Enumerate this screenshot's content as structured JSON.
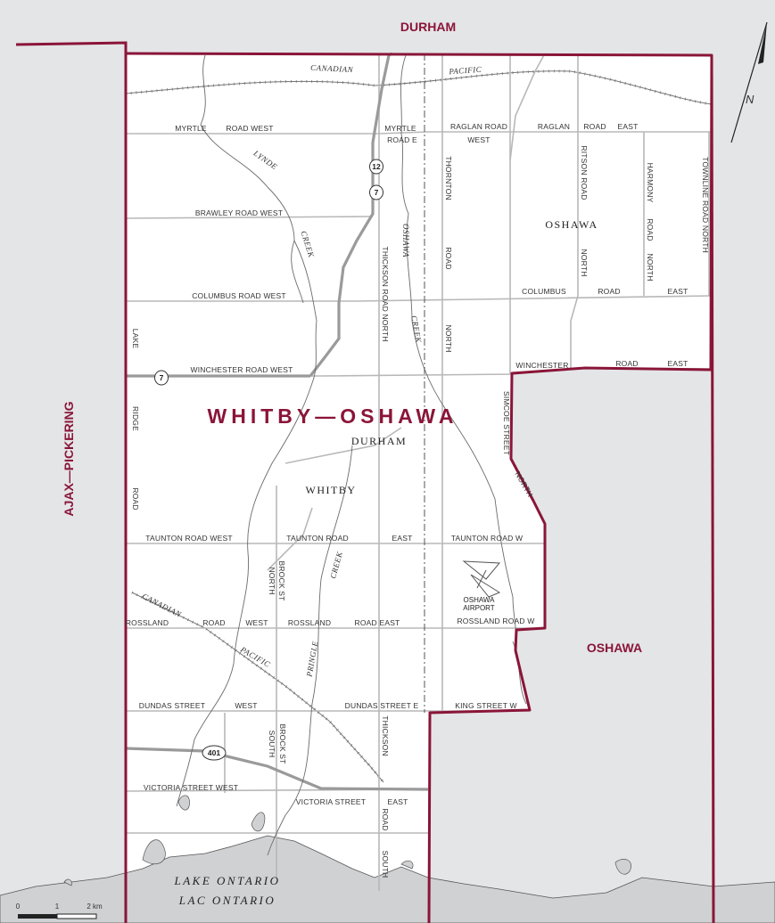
{
  "colors": {
    "boundary": "#8a1538",
    "outside": "#e4e5e7",
    "inside": "#ffffff",
    "road": "#b8b8b8",
    "highway": "#9a9a9a",
    "water": "#cfd1d3",
    "label": "#8a1538"
  },
  "regions": {
    "top": "DURHAM",
    "left": "AJAX—PICKERING",
    "right": "OSHAWA"
  },
  "riding": {
    "name": "WHITBY—OSHAWA",
    "sub_label": "DURHAM"
  },
  "municipalities": {
    "whitby": "WHITBY",
    "oshawa": "OSHAWA"
  },
  "lake": {
    "english": "LAKE  ONTARIO",
    "french": "LAC  ONTARIO"
  },
  "airport": {
    "line1": "OSHAWA",
    "line2": "AIRPORT"
  },
  "railway": {
    "north_1": "CANADIAN",
    "north_2": "PACIFIC",
    "south_1": "CANADIAN",
    "south_2": "PACIFIC"
  },
  "creeks": {
    "lynde_1": "LYNDE",
    "lynde_2": "CREEK",
    "oshawa_1": "OSHAWA",
    "oshawa_2": "CREEK",
    "pringle_1": "PRINGLE",
    "pringle_2": "CREEK"
  },
  "highways": {
    "h12": "12",
    "h7_north": "7",
    "h7_west": "7",
    "h401": "401"
  },
  "roads": {
    "myrtle_west_1": "MYRTLE",
    "myrtle_west_2": "ROAD  WEST",
    "myrtle_e_1": "MYRTLE",
    "myrtle_e_2": "ROAD  E",
    "raglan_west_1": "RAGLAN  ROAD",
    "raglan_west_2": "WEST",
    "raglan_east_1": "RAGLAN",
    "raglan_east_2": "ROAD",
    "raglan_east_3": "EAST",
    "brawley": "BRAWLEY  ROAD  WEST",
    "columbus_west": "COLUMBUS  ROAD  WEST",
    "columbus_east_1": "COLUMBUS",
    "columbus_east_2": "ROAD",
    "columbus_east_3": "EAST",
    "winchester_west": "WINCHESTER  ROAD  WEST",
    "winchester_east_1": "WINCHESTER",
    "winchester_east_2": "ROAD",
    "winchester_east_3": "EAST",
    "taunton_west": "TAUNTON  ROAD  WEST",
    "taunton_mid": "TAUNTON  ROAD",
    "taunton_east": "EAST",
    "taunton_w": "TAUNTON  ROAD  W",
    "rossland_1": "ROSSLAND",
    "rossland_2": "ROAD",
    "rossland_3": "WEST",
    "rossland_4": "ROSSLAND",
    "rossland_5": "ROAD  EAST",
    "rossland_w": "ROSSLAND  ROAD  W",
    "dundas_west_1": "DUNDAS  STREET",
    "dundas_west_2": "WEST",
    "dundas_e": "DUNDAS  STREET  E",
    "king_w": "KING  STREET  W",
    "victoria_west": "VICTORIA   STREET  WEST",
    "victoria_east_1": "VICTORIA  STREET",
    "victoria_east_2": "EAST",
    "thornton_1": "THORNTON",
    "thornton_2": "ROAD",
    "thornton_3": "NORTH",
    "thickson_north": "THICKSON  ROAD  NORTH",
    "thickson_s1": "THICKSON",
    "thickson_s2": "ROAD",
    "thickson_s3": "SOUTH",
    "ritson_1": "RITSON  ROAD",
    "ritson_2": "NORTH",
    "harmony_1": "HARMONY",
    "harmony_2": "ROAD",
    "harmony_3": "NORTH",
    "townline": "TOWNLINE  ROAD  NORTH",
    "simcoe_1": "SIMCOE  STREET",
    "simcoe_2": "NORTH",
    "lake_ridge_1": "LAKE",
    "lake_ridge_2": "RIDGE",
    "lake_ridge_3": "ROAD",
    "brock_n1": "BROCK  ST",
    "brock_n2": "NORTH",
    "brock_s1": "BROCK  ST",
    "brock_s2": "SOUTH"
  },
  "north_arrow": {
    "letter": "N"
  },
  "scale_bar": {
    "zero": "0",
    "one": "1",
    "two": "2 km"
  }
}
